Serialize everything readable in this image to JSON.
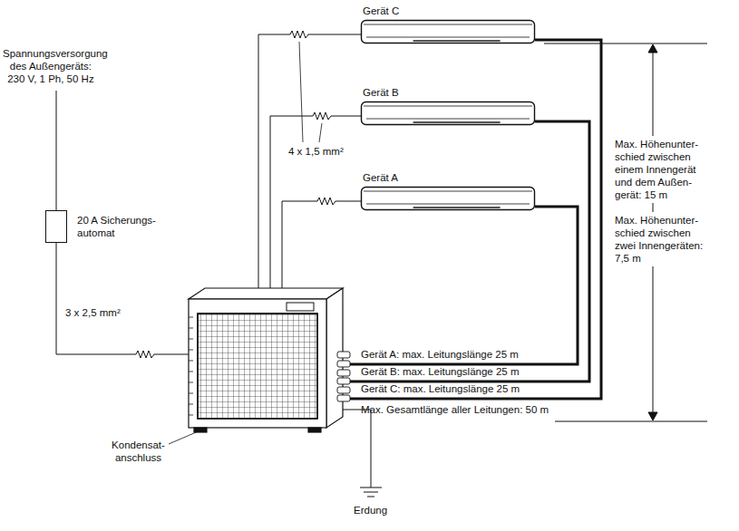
{
  "diagram": {
    "nodes": [
      {
        "text": [
          "Gerät C"
        ]
      },
      {
        "text": [
          "Gerät B"
        ]
      },
      {
        "text": [
          "Gerät A"
        ]
      },
      {
        "text": [
          "20 A Sicherungs- automat"
        ]
      }
    ],
    "labels": [
      "Spannungsversorgung des Außengeräts: 230 V, 1 Ph, 50 Hz",
      "3 x 2,5 mm²",
      "4 x 1,5 mm²",
      "Max. Höhenunter- schied zwischen einem Innengerät und dem Außen- gerät: 15 m",
      "Max. Höhenunter- schied zwischen zwei Innengeräten: 7,5 m",
      "Gerät A: max. Leitungslänge 25 m",
      "Gerät B: max. Leitungslänge 25 m",
      "Gerät C: max. Leitungslänge 25 m",
      "Max. Gesamtlänge aller Leitungen: 50 m",
      "Kondensat- anschluss",
      "Erdung"
    ]
  }
}
